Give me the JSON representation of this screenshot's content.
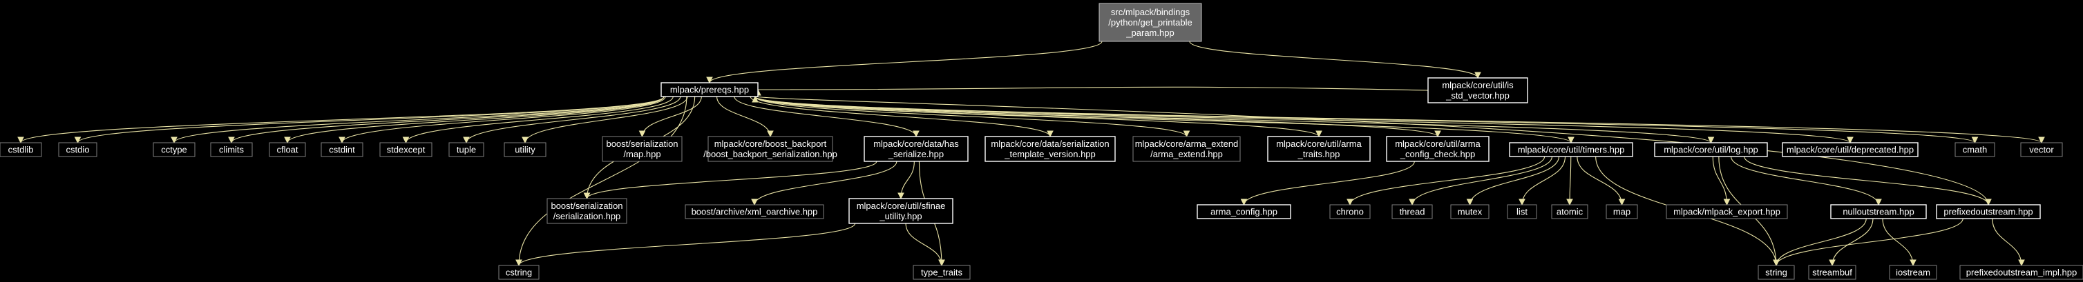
{
  "diagram": {
    "nodes": [
      {
        "id": "root",
        "lines": [
          "src/mlpack/bindings",
          "/python/get_printable",
          "_param.hpp"
        ],
        "kind": "root"
      },
      {
        "id": "prereqs",
        "lines": [
          "mlpack/prereqs.hpp"
        ],
        "kind": "doc"
      },
      {
        "id": "is_std_vector",
        "lines": [
          "mlpack/core/util/is",
          "_std_vector.hpp"
        ],
        "kind": "doc"
      },
      {
        "id": "cstdlib",
        "lines": [
          "cstdlib"
        ],
        "kind": "ext"
      },
      {
        "id": "cstdio",
        "lines": [
          "cstdio"
        ],
        "kind": "ext"
      },
      {
        "id": "cctype",
        "lines": [
          "cctype"
        ],
        "kind": "ext"
      },
      {
        "id": "climits",
        "lines": [
          "climits"
        ],
        "kind": "ext"
      },
      {
        "id": "cfloat",
        "lines": [
          "cfloat"
        ],
        "kind": "ext"
      },
      {
        "id": "cstdint",
        "lines": [
          "cstdint"
        ],
        "kind": "ext"
      },
      {
        "id": "stdexcept",
        "lines": [
          "stdexcept"
        ],
        "kind": "ext"
      },
      {
        "id": "tuple",
        "lines": [
          "tuple"
        ],
        "kind": "ext"
      },
      {
        "id": "utility",
        "lines": [
          "utility"
        ],
        "kind": "ext"
      },
      {
        "id": "boost_map",
        "lines": [
          "boost/serialization",
          "/map.hpp"
        ],
        "kind": "ext"
      },
      {
        "id": "boost_backport",
        "lines": [
          "mlpack/core/boost_backport",
          "/boost_backport_serialization.hpp"
        ],
        "kind": "ext"
      },
      {
        "id": "has_serialize",
        "lines": [
          "mlpack/core/data/has",
          "_serialize.hpp"
        ],
        "kind": "doc"
      },
      {
        "id": "ser_template",
        "lines": [
          "mlpack/core/data/serialization",
          "_template_version.hpp"
        ],
        "kind": "doc"
      },
      {
        "id": "arma_extend",
        "lines": [
          "mlpack/core/arma_extend",
          "/arma_extend.hpp"
        ],
        "kind": "ext"
      },
      {
        "id": "arma_traits",
        "lines": [
          "mlpack/core/util/arma",
          "_traits.hpp"
        ],
        "kind": "doc"
      },
      {
        "id": "arma_config_check",
        "lines": [
          "mlpack/core/util/arma",
          "_config_check.hpp"
        ],
        "kind": "doc"
      },
      {
        "id": "timers",
        "lines": [
          "mlpack/core/util/timers.hpp"
        ],
        "kind": "doc"
      },
      {
        "id": "log",
        "lines": [
          "mlpack/core/util/log.hpp"
        ],
        "kind": "doc"
      },
      {
        "id": "deprecated",
        "lines": [
          "mlpack/core/util/deprecated.hpp"
        ],
        "kind": "doc"
      },
      {
        "id": "cmath",
        "lines": [
          "cmath"
        ],
        "kind": "ext"
      },
      {
        "id": "vector",
        "lines": [
          "vector"
        ],
        "kind": "ext"
      },
      {
        "id": "boost_serialization",
        "lines": [
          "boost/serialization",
          "/serialization.hpp"
        ],
        "kind": "ext"
      },
      {
        "id": "xml_oarchive",
        "lines": [
          "boost/archive/xml_oarchive.hpp"
        ],
        "kind": "ext"
      },
      {
        "id": "sfinae",
        "lines": [
          "mlpack/core/util/sfinae",
          "_utility.hpp"
        ],
        "kind": "doc"
      },
      {
        "id": "arma_config",
        "lines": [
          "arma_config.hpp"
        ],
        "kind": "doc"
      },
      {
        "id": "chrono",
        "lines": [
          "chrono"
        ],
        "kind": "ext"
      },
      {
        "id": "thread",
        "lines": [
          "thread"
        ],
        "kind": "ext"
      },
      {
        "id": "mutex",
        "lines": [
          "mutex"
        ],
        "kind": "ext"
      },
      {
        "id": "list",
        "lines": [
          "list"
        ],
        "kind": "ext"
      },
      {
        "id": "atomic",
        "lines": [
          "atomic"
        ],
        "kind": "ext"
      },
      {
        "id": "map",
        "lines": [
          "map"
        ],
        "kind": "ext"
      },
      {
        "id": "mlpack_export",
        "lines": [
          "mlpack/mlpack_export.hpp"
        ],
        "kind": "ext"
      },
      {
        "id": "nulloutstream",
        "lines": [
          "nulloutstream.hpp"
        ],
        "kind": "doc"
      },
      {
        "id": "prefixedoutstream",
        "lines": [
          "prefixedoutstream.hpp"
        ],
        "kind": "doc"
      },
      {
        "id": "cstring",
        "lines": [
          "cstring"
        ],
        "kind": "ext"
      },
      {
        "id": "type_traits",
        "lines": [
          "type_traits"
        ],
        "kind": "ext"
      },
      {
        "id": "string",
        "lines": [
          "string"
        ],
        "kind": "ext"
      },
      {
        "id": "streambuf",
        "lines": [
          "streambuf"
        ],
        "kind": "ext"
      },
      {
        "id": "iostream",
        "lines": [
          "iostream"
        ],
        "kind": "ext"
      },
      {
        "id": "prefixedoutstream_impl",
        "lines": [
          "prefixedoutstream_impl.hpp"
        ],
        "kind": "ext"
      }
    ],
    "edges": [
      [
        "root",
        "prereqs"
      ],
      [
        "root",
        "is_std_vector"
      ],
      [
        "prereqs",
        "cstdlib"
      ],
      [
        "prereqs",
        "cstdio"
      ],
      [
        "prereqs",
        "cctype"
      ],
      [
        "prereqs",
        "climits"
      ],
      [
        "prereqs",
        "cfloat"
      ],
      [
        "prereqs",
        "cstdint"
      ],
      [
        "prereqs",
        "stdexcept"
      ],
      [
        "prereqs",
        "tuple"
      ],
      [
        "prereqs",
        "utility"
      ],
      [
        "prereqs",
        "boost_map"
      ],
      [
        "prereqs",
        "boost_backport"
      ],
      [
        "prereqs",
        "has_serialize"
      ],
      [
        "prereqs",
        "ser_template"
      ],
      [
        "prereqs",
        "arma_extend"
      ],
      [
        "prereqs",
        "arma_traits"
      ],
      [
        "prereqs",
        "arma_config_check"
      ],
      [
        "prereqs",
        "timers"
      ],
      [
        "prereqs",
        "log"
      ],
      [
        "prereqs",
        "deprecated"
      ],
      [
        "prereqs",
        "cmath"
      ],
      [
        "prereqs",
        "vector"
      ],
      [
        "prereqs",
        "boost_serialization"
      ],
      [
        "prereqs",
        "cstring"
      ],
      [
        "is_std_vector",
        "prereqs"
      ],
      [
        "has_serialize",
        "boost_serialization"
      ],
      [
        "has_serialize",
        "xml_oarchive"
      ],
      [
        "has_serialize",
        "sfinae"
      ],
      [
        "has_serialize",
        "type_traits"
      ],
      [
        "sfinae",
        "type_traits"
      ],
      [
        "sfinae",
        "cstring"
      ],
      [
        "arma_config_check",
        "arma_config"
      ],
      [
        "timers",
        "chrono"
      ],
      [
        "timers",
        "thread"
      ],
      [
        "timers",
        "mutex"
      ],
      [
        "timers",
        "list"
      ],
      [
        "timers",
        "atomic"
      ],
      [
        "timers",
        "map"
      ],
      [
        "timers",
        "string"
      ],
      [
        "log",
        "mlpack_export"
      ],
      [
        "log",
        "nulloutstream"
      ],
      [
        "log",
        "prefixedoutstream"
      ],
      [
        "log",
        "string"
      ],
      [
        "nulloutstream",
        "string"
      ],
      [
        "nulloutstream",
        "streambuf"
      ],
      [
        "nulloutstream",
        "iostream"
      ],
      [
        "prefixedoutstream",
        "string"
      ],
      [
        "prefixedoutstream",
        "prefixedoutstream_impl"
      ],
      [
        "prefixedoutstream",
        "prereqs"
      ]
    ]
  }
}
